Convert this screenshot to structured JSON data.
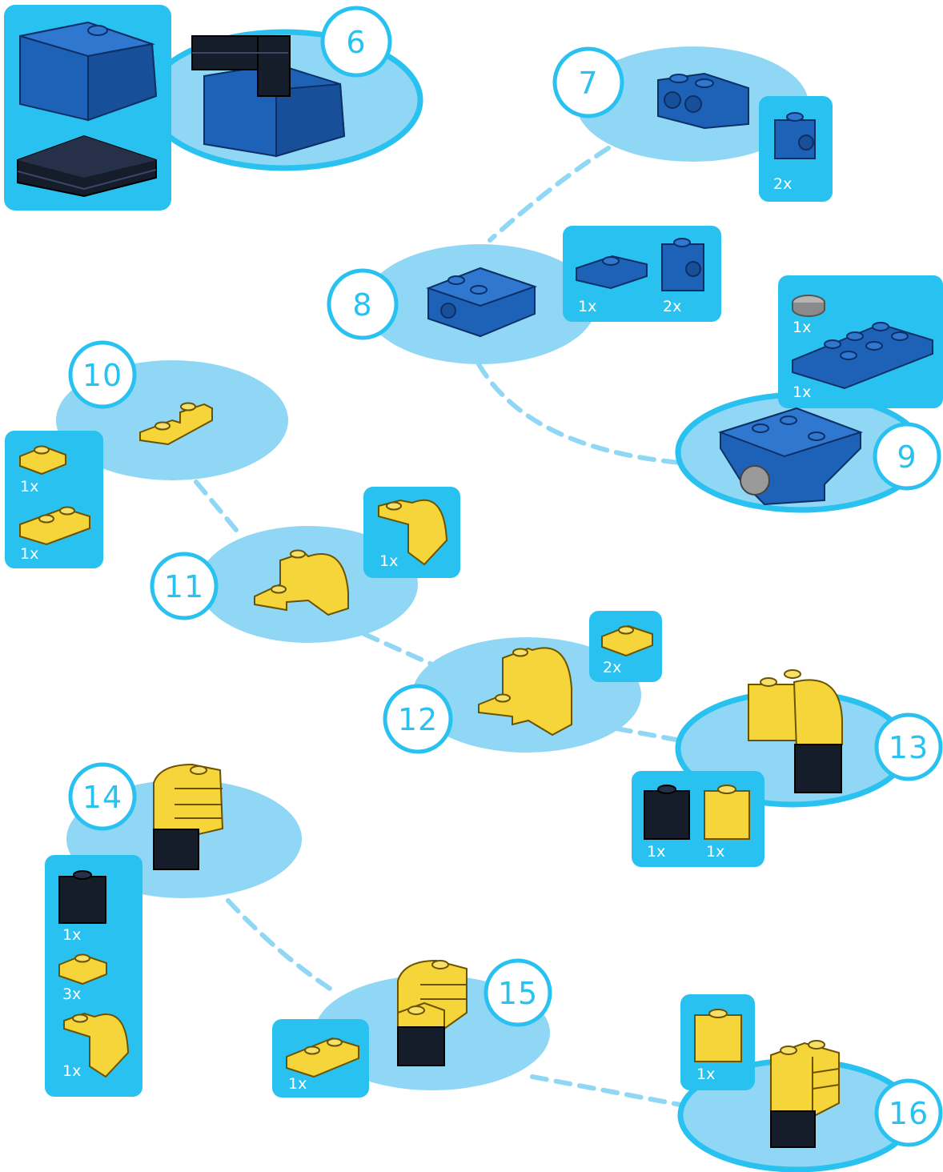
{
  "page": {
    "background": "#ffffff"
  },
  "colors": {
    "ellipse": "#8fd7f4",
    "ellipse_outline": "#29c2f0",
    "parts_box": "#29c2f0",
    "number_ring": "#29c2f0",
    "number_fill": "#ffffff",
    "connector": "#8fd7f4",
    "blue_brick": "#1e62b8",
    "yellow_brick": "#f5d53a",
    "black_brick": "#151c2a",
    "grey_tile": "#9a9a9a"
  },
  "steps": [
    {
      "number": "6",
      "parts": []
    },
    {
      "number": "7",
      "parts": [
        {
          "qty": "2x",
          "icon": "blue-headlight-brick-icon"
        }
      ]
    },
    {
      "number": "8",
      "parts": [
        {
          "qty": "1x",
          "icon": "blue-jumper-plate-icon"
        },
        {
          "qty": "2x",
          "icon": "blue-headlight-brick-icon"
        }
      ]
    },
    {
      "number": "9",
      "parts": [
        {
          "qty": "1x",
          "icon": "grey-round-tile-icon"
        },
        {
          "qty": "1x",
          "icon": "blue-2x4-plate-icon"
        }
      ]
    },
    {
      "number": "10",
      "parts": [
        {
          "qty": "1x",
          "icon": "yellow-1x2-plate-icon"
        },
        {
          "qty": "1x",
          "icon": "yellow-1x2-plate-icon"
        }
      ]
    },
    {
      "number": "11",
      "parts": [
        {
          "qty": "1x",
          "icon": "yellow-curved-slope-icon"
        }
      ]
    },
    {
      "number": "12",
      "parts": [
        {
          "qty": "2x",
          "icon": "yellow-1x2-plate-icon"
        }
      ]
    },
    {
      "number": "13",
      "parts": [
        {
          "qty": "1x",
          "icon": "black-1x1-brick-icon"
        },
        {
          "qty": "1x",
          "icon": "yellow-1x1-brick-icon"
        }
      ]
    },
    {
      "number": "14",
      "parts": [
        {
          "qty": "1x",
          "icon": "black-1x1-brick-icon"
        },
        {
          "qty": "3x",
          "icon": "yellow-1x2-plate-icon"
        },
        {
          "qty": "1x",
          "icon": "yellow-curved-slope-icon"
        }
      ]
    },
    {
      "number": "15",
      "parts": [
        {
          "qty": "1x",
          "icon": "yellow-1x3-plate-icon"
        }
      ]
    },
    {
      "number": "16",
      "parts": [
        {
          "qty": "1x",
          "icon": "yellow-1x1-brick-icon"
        }
      ]
    }
  ]
}
